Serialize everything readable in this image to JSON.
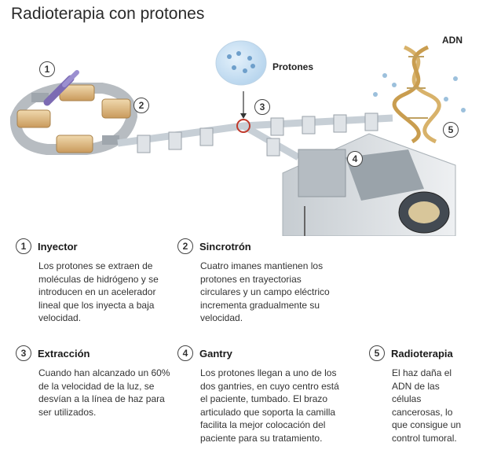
{
  "title": "Radioterapia con protones",
  "labels": {
    "protones": "Protones",
    "adn": "ADN"
  },
  "markers": [
    "1",
    "2",
    "3",
    "4",
    "5"
  ],
  "steps": [
    {
      "num": "1",
      "title": "Inyector",
      "text": "Los protones se extraen de moléculas de hidrógeno y se introducen en un acelerador lineal que los inyecta a baja velocidad."
    },
    {
      "num": "2",
      "title": "Sincrotrón",
      "text": "Cuatro imanes mantienen los protones en trayectorias circulares y un campo eléctrico incrementa gradualmente su velocidad."
    },
    {
      "num": "3",
      "title": "Extracción",
      "text": "Cuando han alcanzado un 60% de la velocidad de la luz, se desvían a la línea de haz para ser utilizados."
    },
    {
      "num": "4",
      "title": "Gantry",
      "text": "Los protones llegan a uno de los dos gantries, en cuyo centro está el paciente, tumbado. El brazo articulado que soporta la camilla facilita la mejor colocación del paciente para su tratamiento."
    },
    {
      "num": "5",
      "title": "Radioterapia",
      "text": "El haz daña el ADN de las células cancerosas, lo que consigue un control tumoral."
    }
  ],
  "colors": {
    "ring": "#d9b98a",
    "beam": "#c7cfd6",
    "building": "#d5dade",
    "dna": "#d8b26a",
    "target": "#c0392b"
  }
}
